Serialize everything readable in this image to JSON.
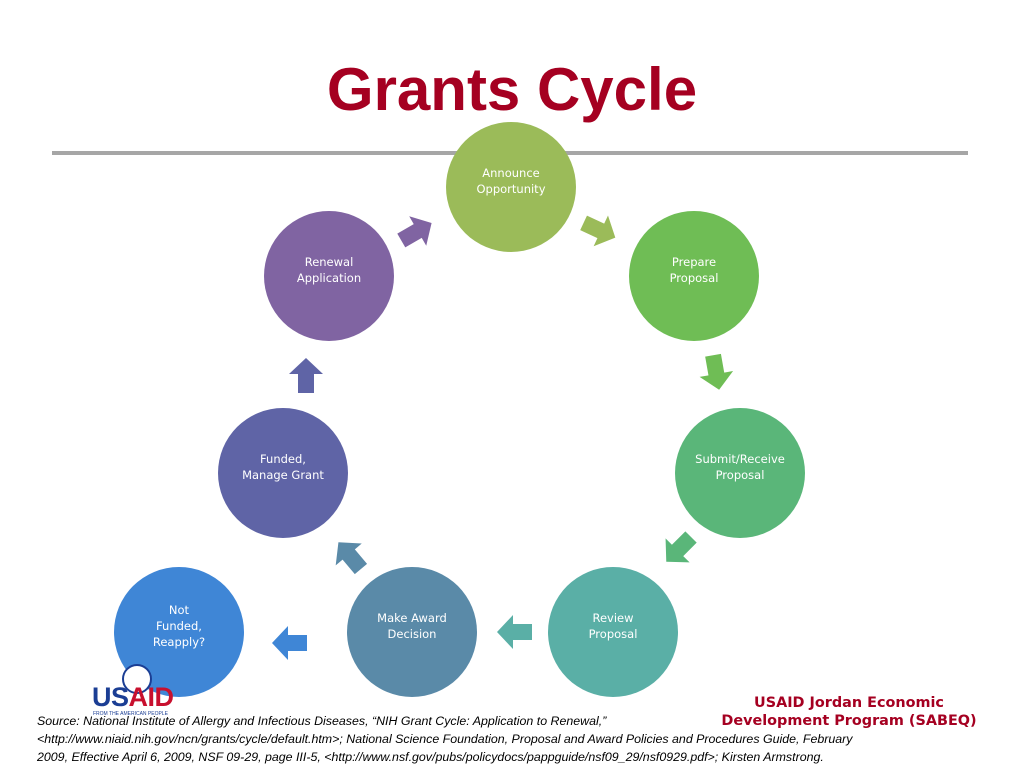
{
  "title": "Grants Cycle",
  "nodes": [
    {
      "id": "announce",
      "lines": [
        "Announce",
        "Opportunity"
      ],
      "color": "#9bbb59"
    },
    {
      "id": "prepare",
      "lines": [
        "Prepare",
        "Proposal"
      ],
      "color": "#6fbd55"
    },
    {
      "id": "submit",
      "lines": [
        "Submit/Receive",
        "Proposal"
      ],
      "color": "#5ab679"
    },
    {
      "id": "review",
      "lines": [
        "Review",
        "Proposal"
      ],
      "color": "#5aafa6"
    },
    {
      "id": "award",
      "lines": [
        "Make Award",
        "Decision"
      ],
      "color": "#5a8aa8"
    },
    {
      "id": "funded",
      "lines": [
        "Funded,",
        "Manage Grant"
      ],
      "color": "#5f64a6"
    },
    {
      "id": "renewal",
      "lines": [
        "Renewal",
        "Application"
      ],
      "color": "#8064a2"
    },
    {
      "id": "not-funded",
      "lines": [
        "Not",
        "Funded,",
        "Reapply?"
      ],
      "color": "#3f86d6"
    }
  ],
  "arrow_colors": [
    "#9bbb59",
    "#6fbd55",
    "#5ab679",
    "#5aafa6",
    "#5a8aa8",
    "#5f64a6",
    "#8064a2",
    "#3f86d6"
  ],
  "program": {
    "line1": "USAID Jordan Economic",
    "line2": "Development Program (SABEQ)"
  },
  "logo": {
    "us": "US",
    "aid": "AID",
    "tagline": "FROM THE AMERICAN PEOPLE"
  },
  "source": {
    "line1": "Source: National Institute of Allergy and Infectious Diseases, “NIH Grant Cycle: Application to Renewal,”",
    "line2": "<http://www.niaid.nih.gov/ncn/grants/cycle/default.htm>; National Science Foundation, Proposal and Award Policies and Procedures Guide, February",
    "line3": "2009, Effective April 6, 2009, NSF 09-29, page III-5, <http://www.nsf.gov/pubs/policydocs/pappguide/nsf09_29/nsf0929.pdf>; Kirsten Armstrong."
  }
}
